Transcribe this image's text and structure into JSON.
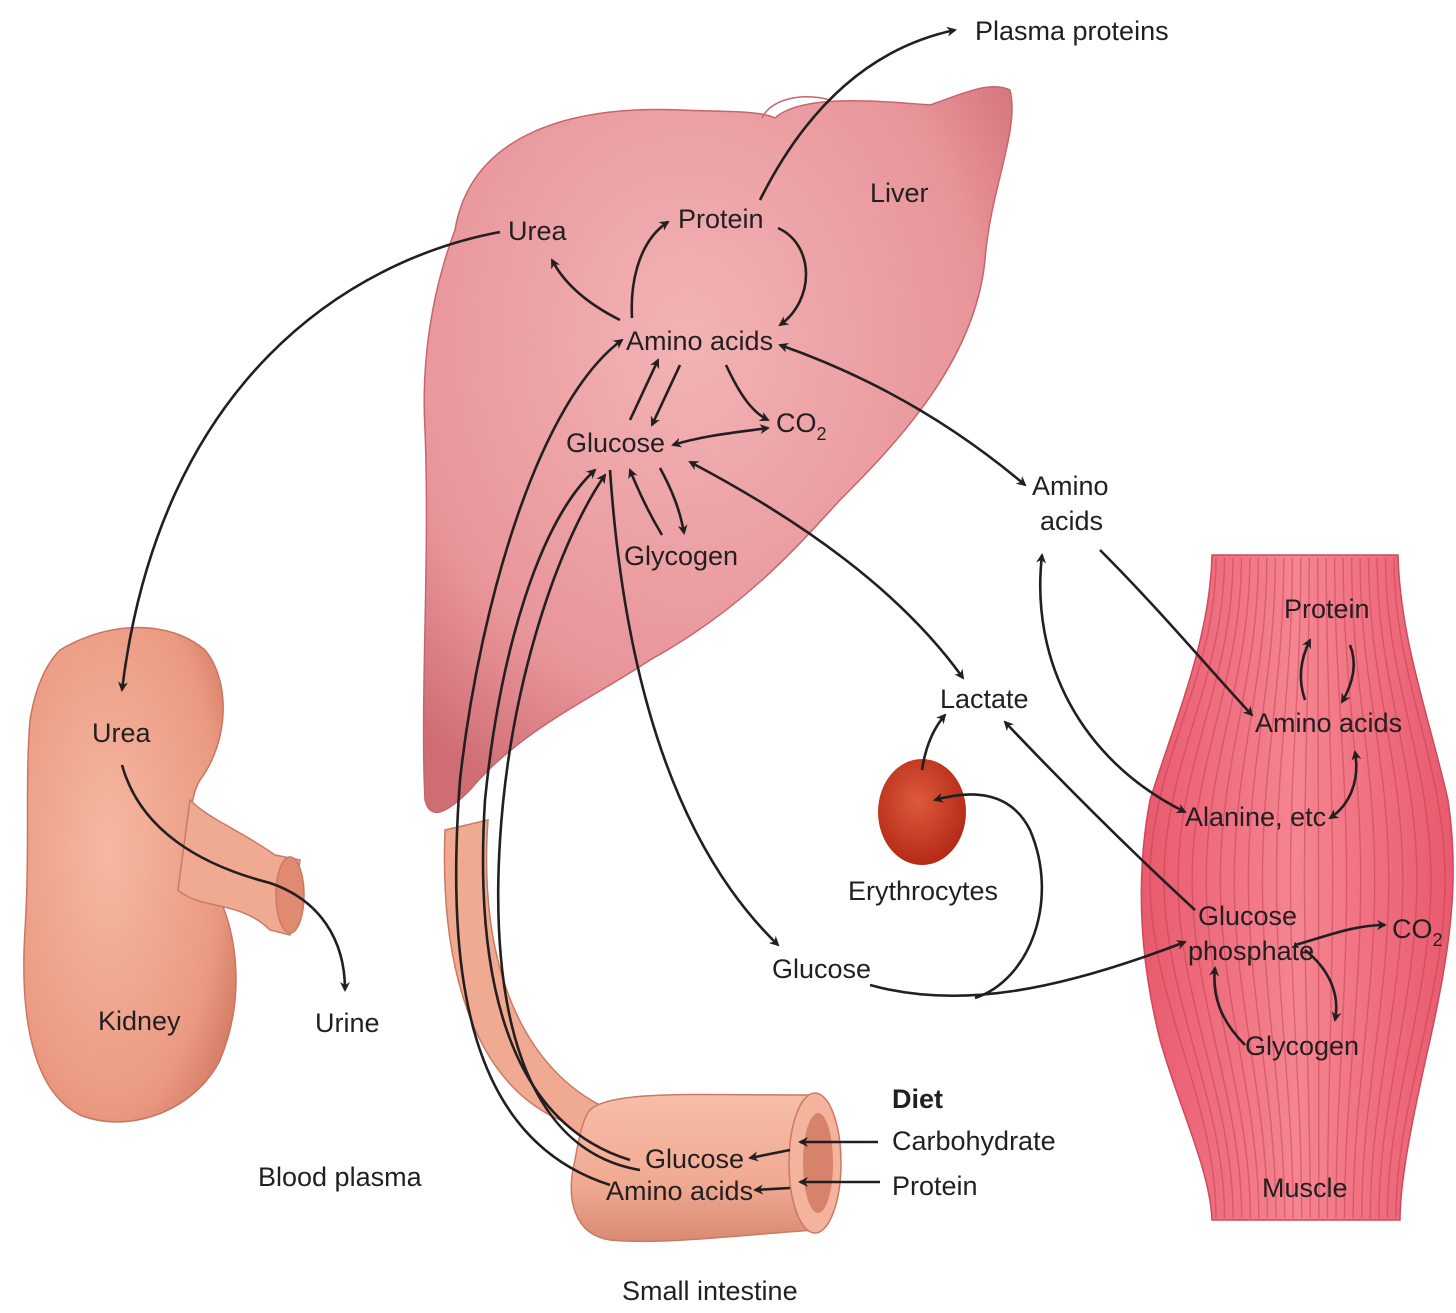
{
  "organs": {
    "liver": "Liver",
    "kidney": "Kidney",
    "muscle": "Muscle",
    "small_intestine": "Small intestine",
    "erythrocytes": "Erythrocytes",
    "blood_plasma": "Blood plasma"
  },
  "liver": {
    "urea": "Urea",
    "protein": "Protein",
    "amino_acids": "Amino acids",
    "glucose": "Glucose",
    "co2": "CO",
    "co2_sub": "2",
    "glycogen": "Glycogen"
  },
  "plasma_proteins": "Plasma proteins",
  "blood": {
    "amino_acids_line1": "Amino",
    "amino_acids_line2": "acids",
    "lactate": "Lactate",
    "glucose": "Glucose"
  },
  "kidney": {
    "urea": "Urea",
    "urine": "Urine"
  },
  "muscle": {
    "protein": "Protein",
    "amino_acids": "Amino acids",
    "alanine": "Alanine, etc",
    "glucose_phosphate_line1": "Glucose",
    "glucose_phosphate_line2": "phosphate",
    "co2": "CO",
    "co2_sub": "2",
    "glycogen": "Glycogen"
  },
  "intestine": {
    "glucose": "Glucose",
    "amino_acids": "Amino acids"
  },
  "diet": {
    "title": "Diet",
    "carbohydrate": "Carbohydrate",
    "protein": "Protein"
  },
  "colors": {
    "liver": "#e8959a",
    "kidney": "#eb9a82",
    "muscle": "#ef6f80",
    "intestine": "#f1aa92",
    "erythrocyte": "#c8341e",
    "arrow": "#231f20"
  }
}
